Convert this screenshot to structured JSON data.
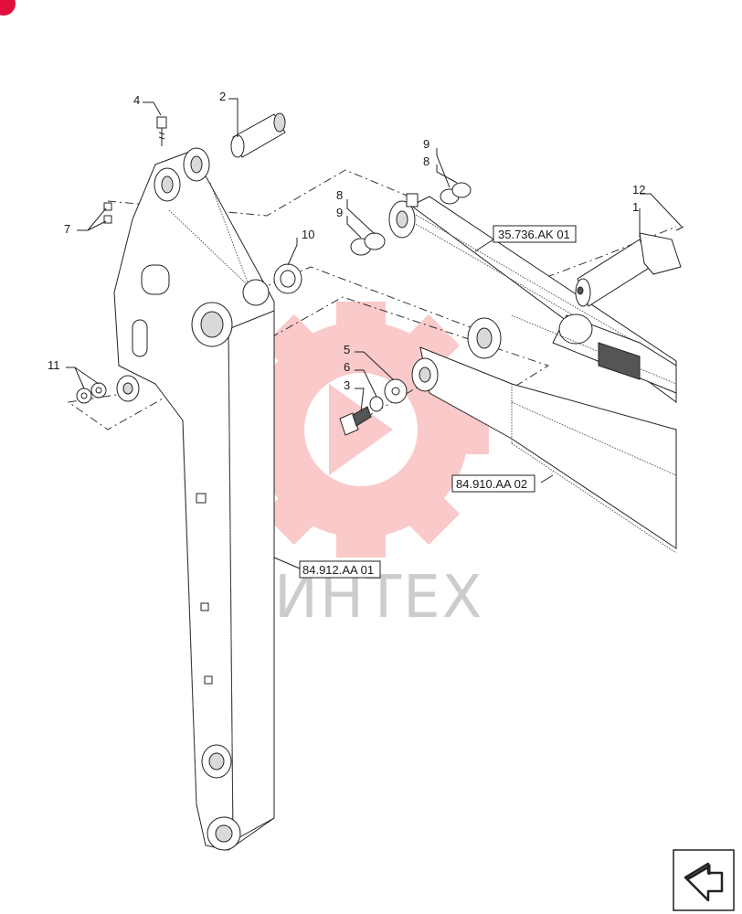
{
  "callouts": [
    {
      "id": "c1",
      "label": "1"
    },
    {
      "id": "c2",
      "label": "2"
    },
    {
      "id": "c3",
      "label": "3"
    },
    {
      "id": "c4",
      "label": "4"
    },
    {
      "id": "c5",
      "label": "5"
    },
    {
      "id": "c6",
      "label": "6"
    },
    {
      "id": "c7",
      "label": "7"
    },
    {
      "id": "c8a",
      "label": "8"
    },
    {
      "id": "c8b",
      "label": "8"
    },
    {
      "id": "c9a",
      "label": "9"
    },
    {
      "id": "c9b",
      "label": "9"
    },
    {
      "id": "c10",
      "label": "10"
    },
    {
      "id": "c11",
      "label": "11"
    },
    {
      "id": "c12",
      "label": "12"
    }
  ],
  "references": {
    "cylinder_ref": "35.736.AK 01",
    "boom_ref": "84.910.AA 02",
    "arm_ref": "84.912.AA 01"
  },
  "watermark": {
    "text": "ИНТЕХ",
    "color": "#f04848"
  },
  "colors": {
    "line": "#222222",
    "badge": "#e0103a"
  },
  "icons": {
    "navigation": "forward-arrow-icon",
    "corner": "corner-badge-icon"
  }
}
